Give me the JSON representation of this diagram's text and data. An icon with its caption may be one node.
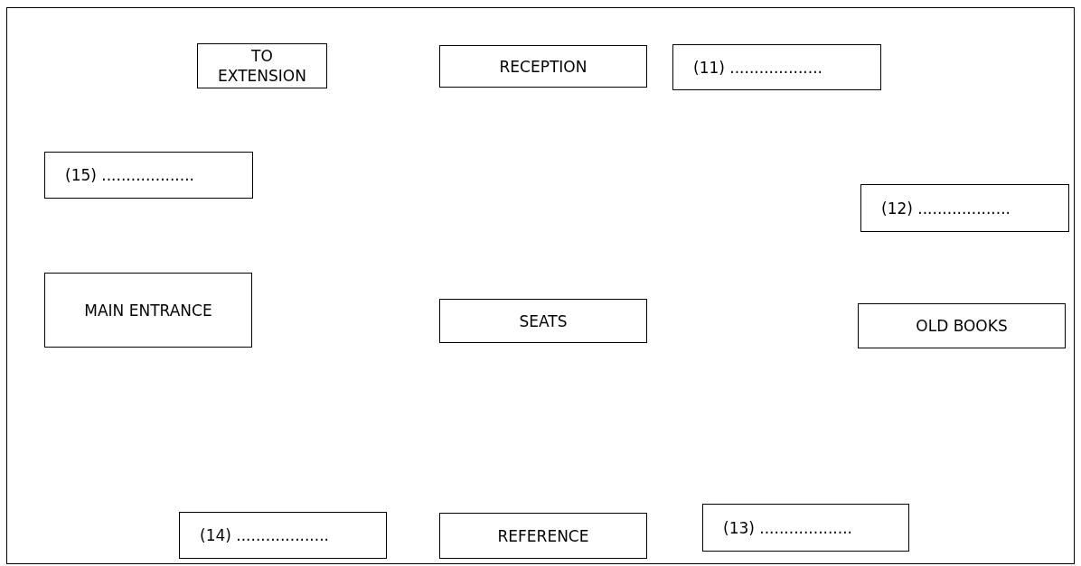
{
  "diagram": {
    "nodes": [
      {
        "text": [
          "TO EXTENSION"
        ]
      },
      {
        "text": [
          "RECEPTION"
        ]
      },
      {
        "text": [
          "(11) ..................."
        ]
      },
      {
        "text": [
          "(15) ..................."
        ]
      },
      {
        "text": [
          "(12) ..................."
        ]
      },
      {
        "text": [
          "MAIN ENTRANCE"
        ]
      },
      {
        "text": [
          "SEATS"
        ]
      },
      {
        "text": [
          "OLD BOOKS"
        ]
      },
      {
        "text": [
          "(14) ..................."
        ]
      },
      {
        "text": [
          "REFERENCE"
        ]
      },
      {
        "text": [
          "(13) ..................."
        ]
      }
    ]
  }
}
